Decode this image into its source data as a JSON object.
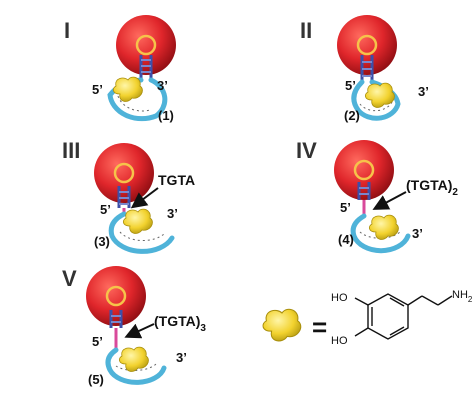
{
  "panels": [
    {
      "roman": "I",
      "five": "5’",
      "three": "3’",
      "index": "(1)",
      "seq": "",
      "seq_sub": ""
    },
    {
      "roman": "II",
      "five": "5’",
      "three": "3’",
      "index": "(2)",
      "seq": "",
      "seq_sub": ""
    },
    {
      "roman": "III",
      "five": "5’",
      "three": "3’",
      "index": "(3)",
      "seq": "TGTA",
      "seq_sub": ""
    },
    {
      "roman": "IV",
      "five": "5’",
      "three": "3’",
      "index": "(4)",
      "seq": "(TGTA)",
      "seq_sub": "2"
    },
    {
      "roman": "V",
      "five": "5’",
      "three": "3’",
      "index": "(5)",
      "seq": "(TGTA)",
      "seq_sub": "3"
    }
  ],
  "legend": {
    "equals": "=",
    "ho_top": "HO",
    "ho_bottom": "HO",
    "nh2": "NH",
    "nh2_sub": "2"
  },
  "colors": {
    "bead": "#e0262b",
    "aptamer": "#4fb3d9",
    "stem": "#3d4fa8",
    "linker": "#d94a9b",
    "target": "#f2d22e"
  }
}
